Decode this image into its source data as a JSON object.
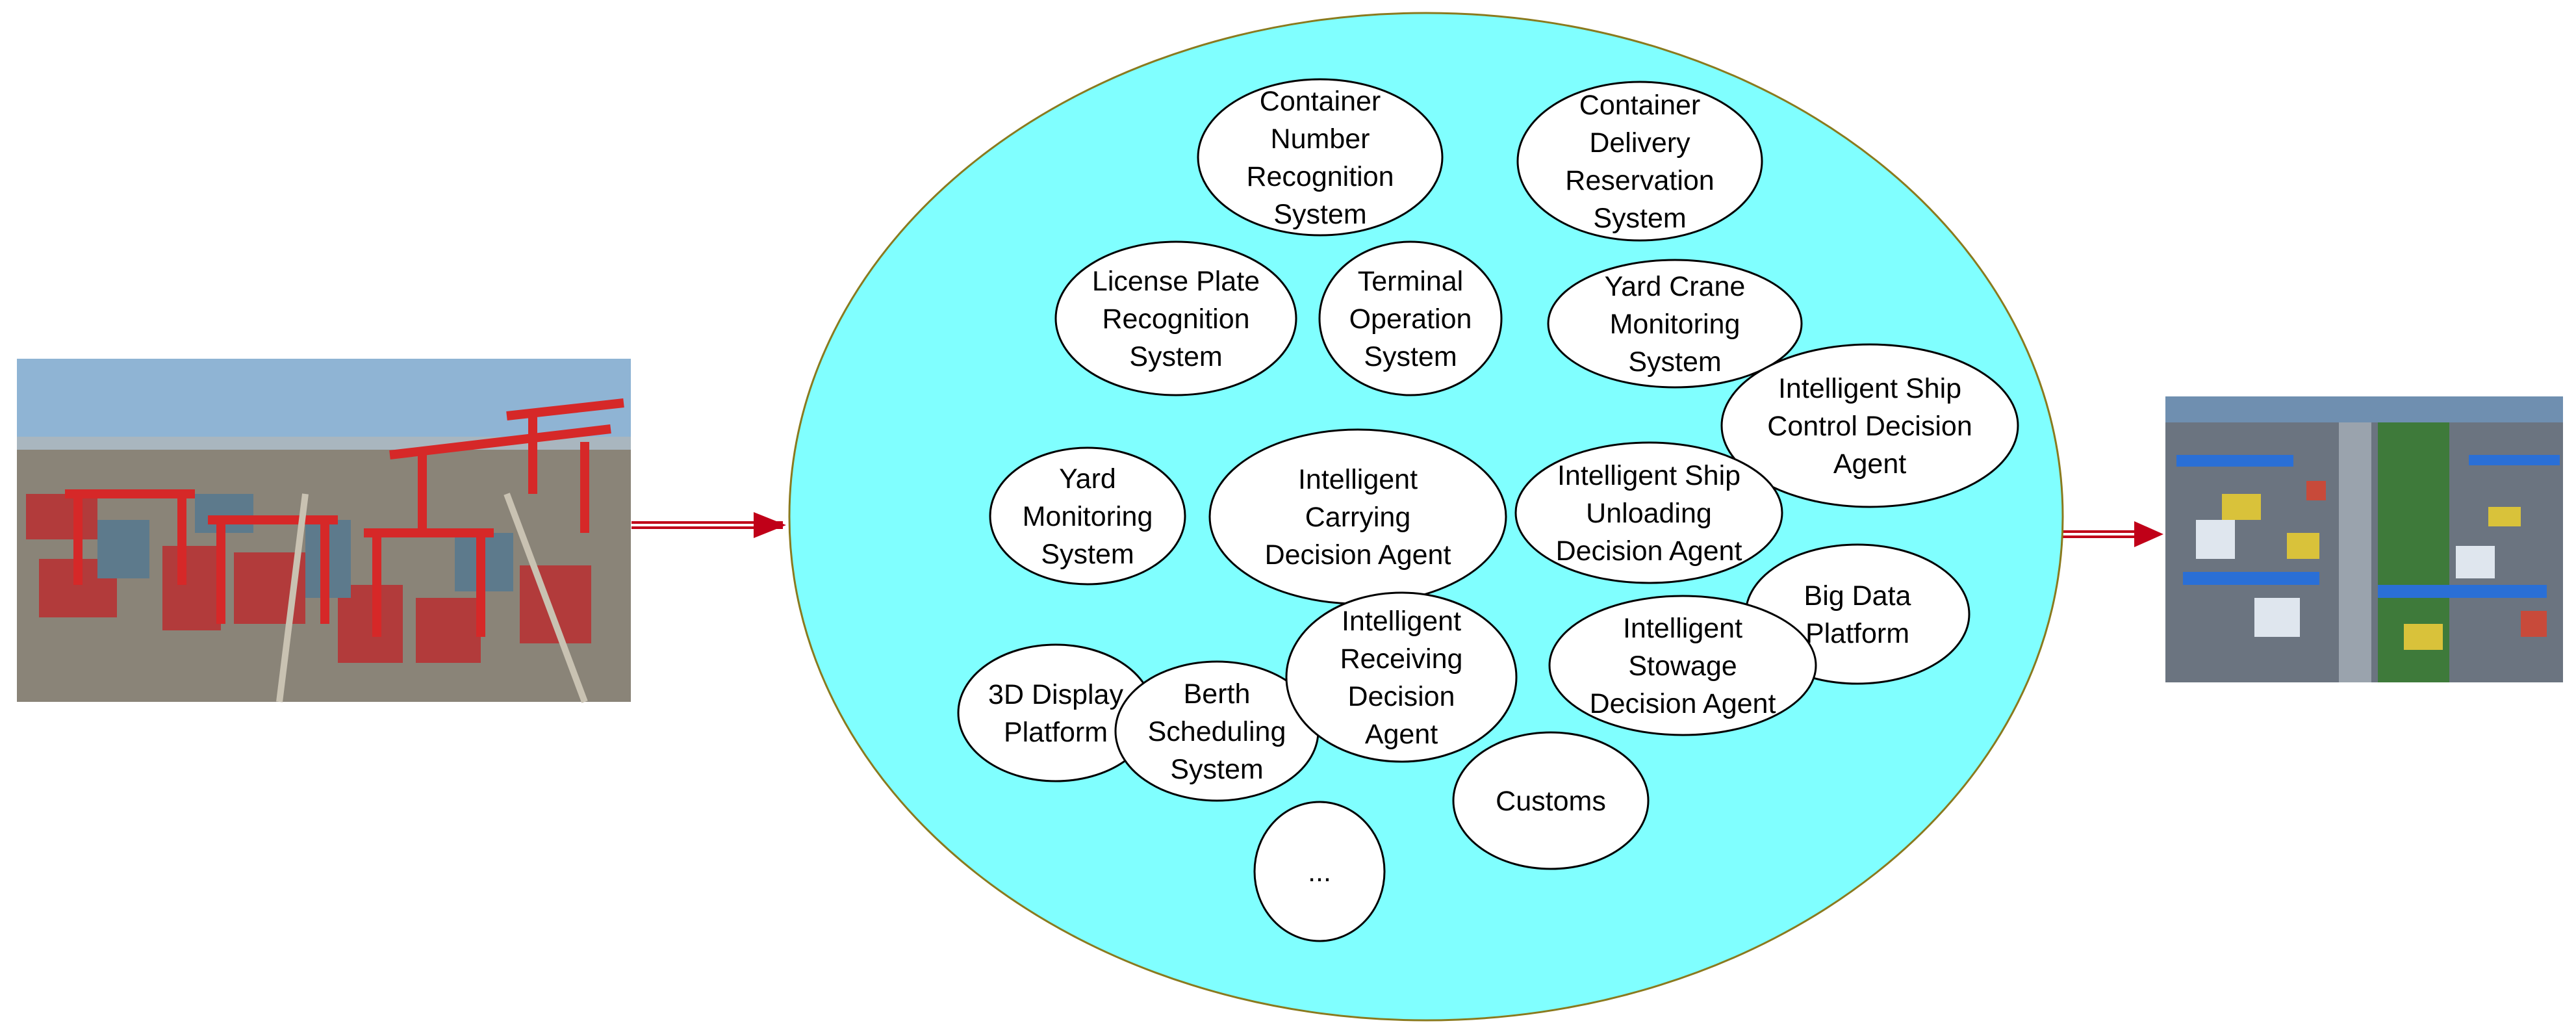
{
  "diagram": {
    "outer_fill": "#80ffff",
    "outer_stroke": "#8a7a1e",
    "arrow_color": "#c00018",
    "left_photo": {
      "description": "Aerial photo of a traditional container port terminal with red gantry cranes",
      "palette": {
        "sky": "#8fb4d4",
        "crane": "#d62828",
        "ground": "#8a8478"
      }
    },
    "right_photo": {
      "description": "Aerial photo of an automated container yard with blue rail-mounted gantry cranes",
      "palette": {
        "sky": "#6f8fb0",
        "crane": "#2a6fd6",
        "ground": "#6b7480"
      }
    },
    "nodes": [
      {
        "id": "container-number-recognition-system",
        "lines": [
          "Container",
          "Number",
          "Recognition",
          "System"
        ]
      },
      {
        "id": "container-delivery-reservation-system",
        "lines": [
          "Container",
          "Delivery",
          "Reservation",
          "System"
        ]
      },
      {
        "id": "license-plate-recognition-system",
        "lines": [
          "License Plate",
          "Recognition",
          "System"
        ]
      },
      {
        "id": "terminal-operation-system",
        "lines": [
          "Terminal",
          "Operation",
          "System"
        ]
      },
      {
        "id": "yard-crane-monitoring-system",
        "lines": [
          "Yard Crane",
          "Monitoring",
          "System"
        ]
      },
      {
        "id": "intelligent-ship-control-decision-agent",
        "lines": [
          "Intelligent Ship",
          "Control Decision",
          "Agent"
        ]
      },
      {
        "id": "yard-monitoring-system",
        "lines": [
          "Yard",
          "Monitoring",
          "System"
        ]
      },
      {
        "id": "intelligent-carrying-decision-agent",
        "lines": [
          "Intelligent",
          "Carrying",
          "Decision Agent"
        ]
      },
      {
        "id": "intelligent-ship-unloading-decision-agent",
        "lines": [
          "Intelligent Ship",
          "Unloading",
          "Decision Agent"
        ]
      },
      {
        "id": "big-data-platform",
        "lines": [
          "Big Data",
          "Platform"
        ]
      },
      {
        "id": "intelligent-stowage-decision-agent",
        "lines": [
          "Intelligent",
          "Stowage",
          "Decision Agent"
        ]
      },
      {
        "id": "3d-display-platform",
        "lines": [
          "3D Display",
          "Platform"
        ]
      },
      {
        "id": "berth-scheduling-system",
        "lines": [
          "Berth",
          "Scheduling",
          "System"
        ]
      },
      {
        "id": "intelligent-receiving-decision-agent",
        "lines": [
          "Intelligent",
          "Receiving",
          "Decision",
          "Agent"
        ]
      },
      {
        "id": "customs",
        "lines": [
          "Customs"
        ]
      },
      {
        "id": "ellipsis",
        "lines": [
          "..."
        ]
      }
    ]
  }
}
